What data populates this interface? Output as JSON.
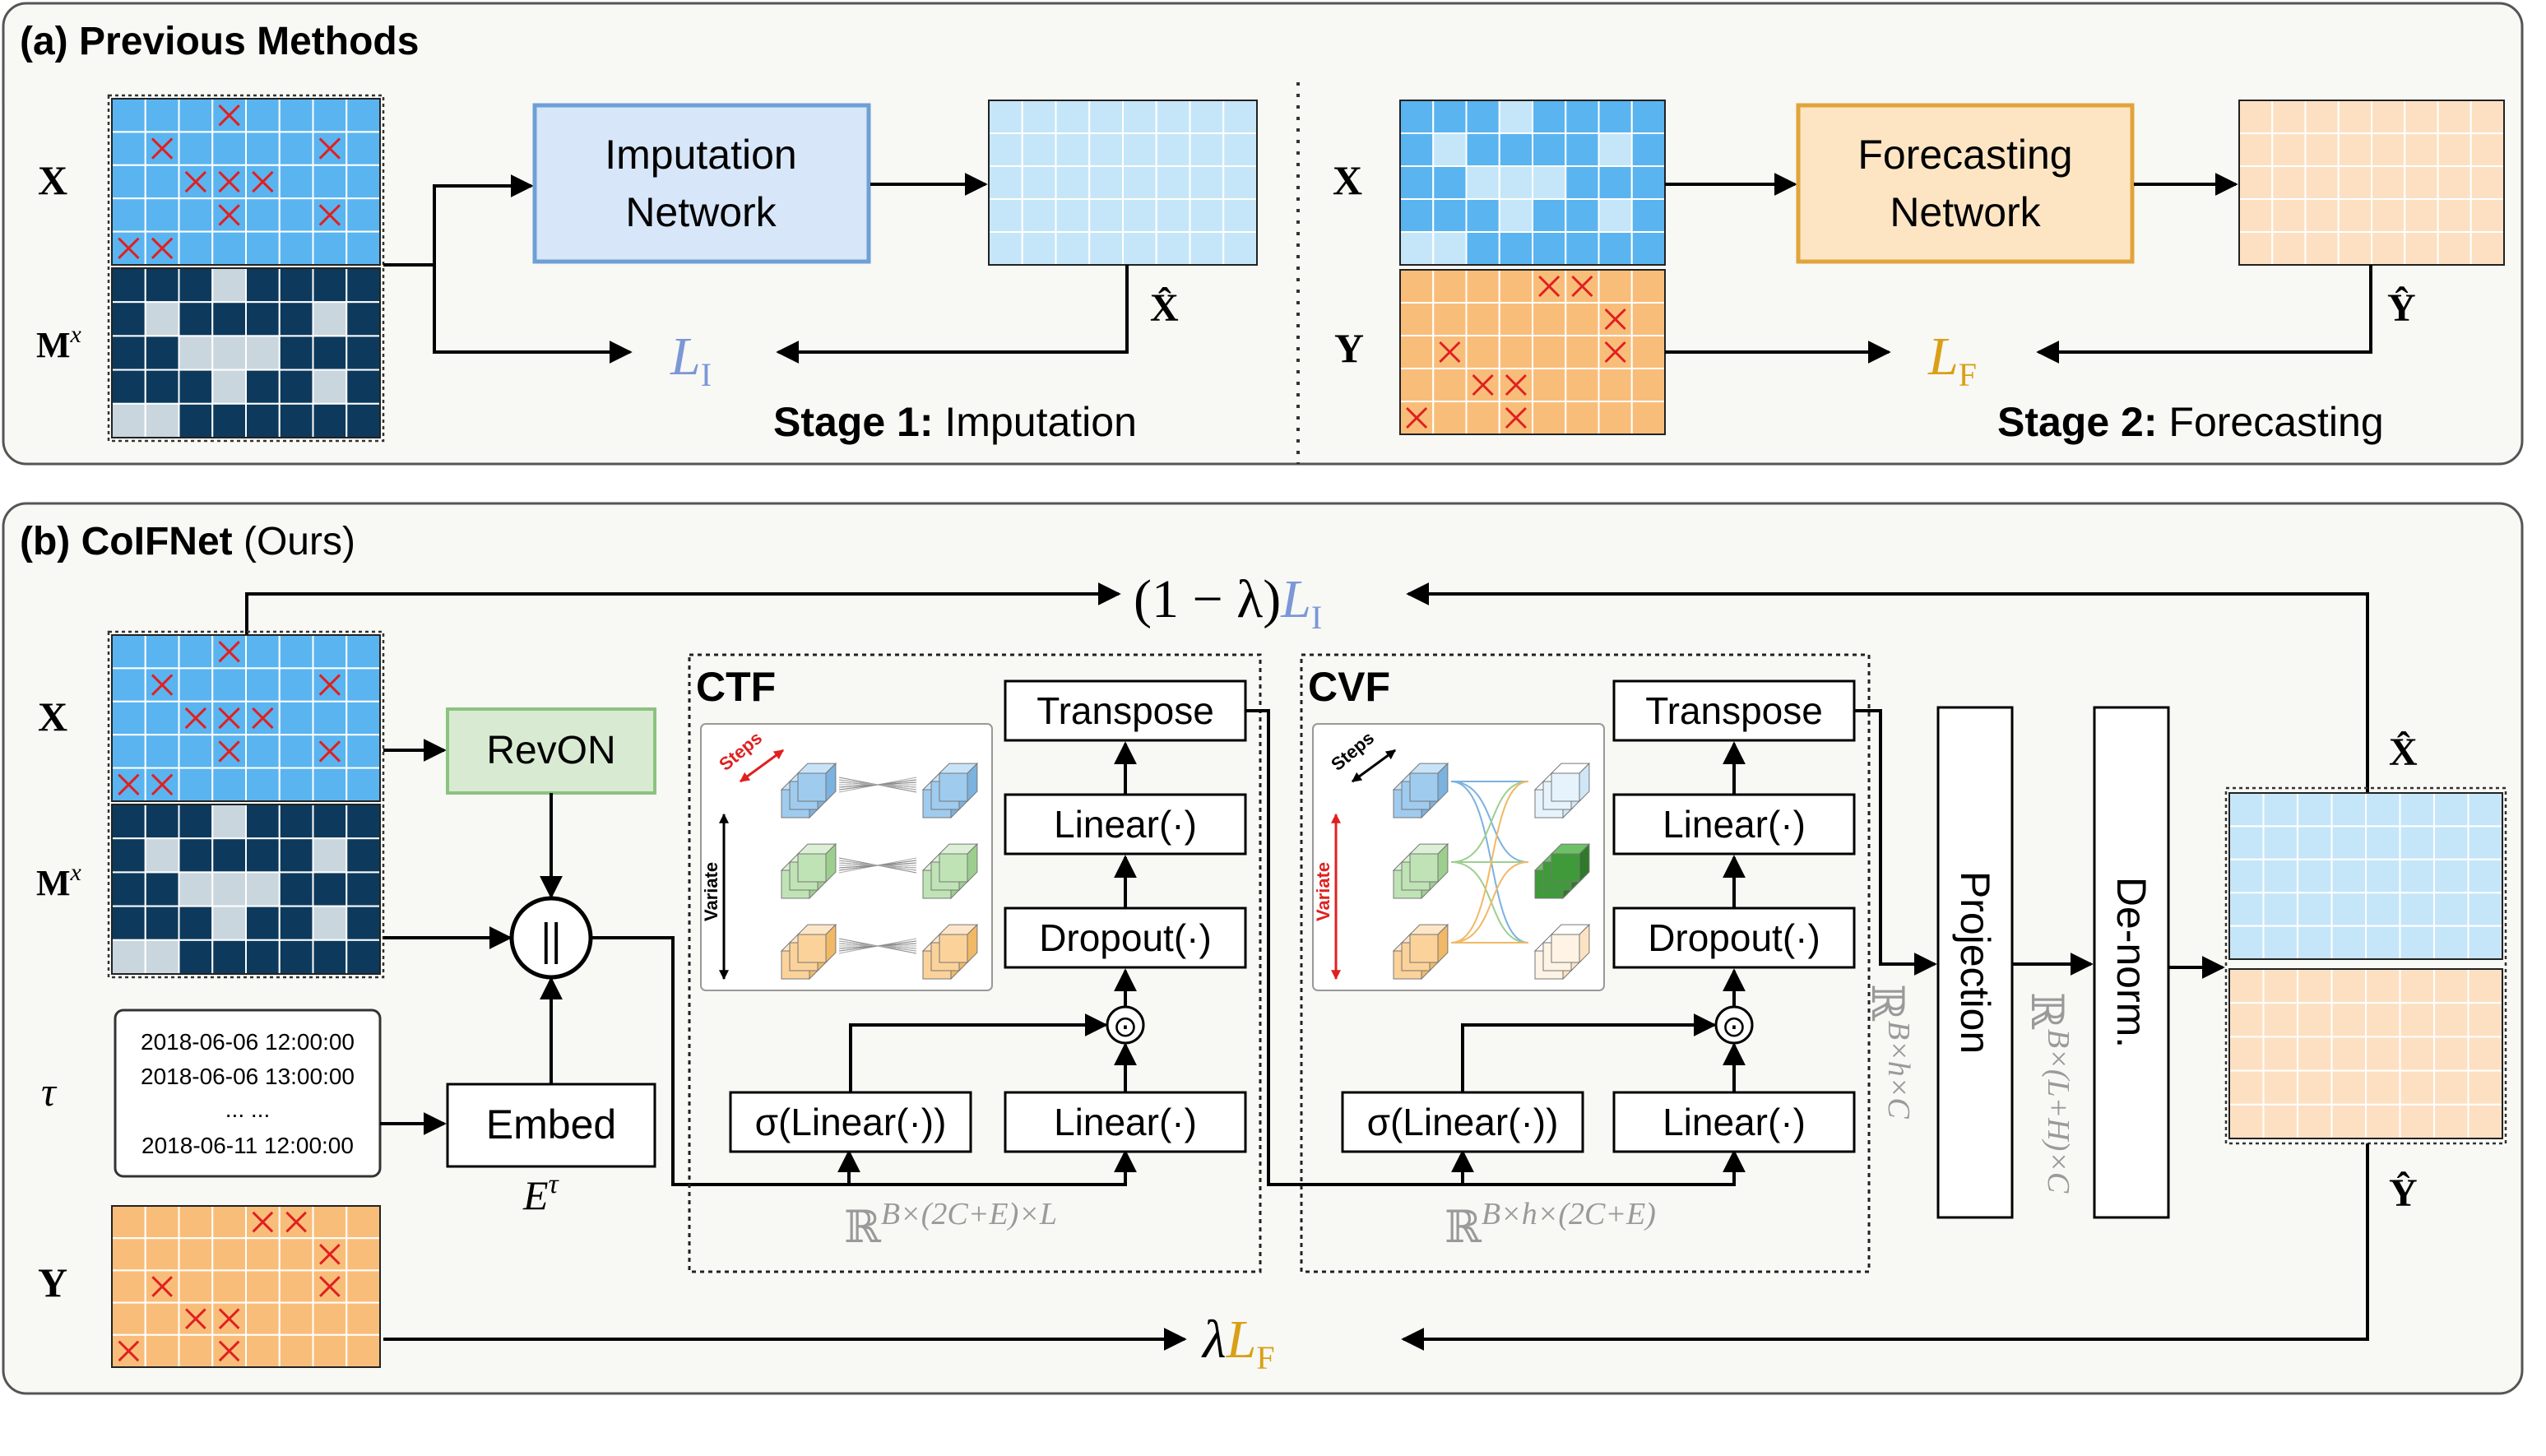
{
  "panel_a": {
    "title_prefix": "(a)",
    "title": "Previous Methods",
    "x_label": "X",
    "mx_label": "M",
    "mx_sup": "x",
    "imputation_net_line1": "Imputation",
    "imputation_net_line2": "Network",
    "xhat_label": "X̂",
    "loss_I": "L",
    "loss_I_sub": "I",
    "stage1_bold": "Stage 1:",
    "stage1_text": " Imputation",
    "x2_label": "X",
    "y_label": "Y",
    "forecasting_net_line1": "Forecasting",
    "forecasting_net_line2": "Network",
    "yhat_label": "Ŷ",
    "loss_F": "L",
    "loss_F_sub": "F",
    "stage2_bold": "Stage 2:",
    "stage2_text": " Forecasting"
  },
  "panel_b": {
    "title_prefix": "(b)",
    "title": "CoIFNet",
    "title_suffix": " (Ours)",
    "top_loss": "(1 − λ)",
    "top_loss_L": "L",
    "top_loss_sub": "I",
    "x_label": "X",
    "mx_label": "M",
    "mx_sup": "x",
    "tau_label": "τ",
    "y_label": "Y",
    "timestamps": [
      "2018-06-06 12:00:00",
      "2018-06-06 13:00:00",
      "... ...",
      "2018-06-11 12:00:00"
    ],
    "revon": "RevON",
    "concat": "||",
    "embed": "Embed",
    "e_tau": "E",
    "e_tau_sup": "τ",
    "ctf": {
      "title": "CTF",
      "transpose": "Transpose",
      "linear1": "Linear(·)",
      "dropout": "Dropout(·)",
      "sigma_linear": "σ(Linear(·))",
      "linear2": "Linear(·)",
      "hadamard": "⊙",
      "dim": "ℝ",
      "dim_sup": "B×(2C+E)×L",
      "steps": "Steps",
      "variate": "Variate"
    },
    "cvf": {
      "title": "CVF",
      "transpose": "Transpose",
      "linear1": "Linear(·)",
      "dropout": "Dropout(·)",
      "sigma_linear": "σ(Linear(·))",
      "linear2": "Linear(·)",
      "hadamard": "⊙",
      "dim": "ℝ",
      "dim_sup": "B×h×(2C+E)",
      "steps": "Steps",
      "variate": "Variate"
    },
    "dim_hc": "ℝ",
    "dim_hc_sup": "B×h×C",
    "projection": "Projection",
    "dim_LHC": "ℝ",
    "dim_LHC_sup": "B×(L+H)×C",
    "denorm": "De-norm.",
    "xhat_label": "X̂",
    "yhat_label": "Ŷ",
    "bottom_loss": "λ",
    "bottom_loss_L": "L",
    "bottom_loss_sub": "F"
  },
  "colors": {
    "blue_cell": "#5ab4f0",
    "light_blue_cell": "#c5e6f8",
    "dark_mask": "#0d3a5c",
    "mask_light": "#c9d6de",
    "orange_cell": "#f9bd7a",
    "light_orange_cell": "#fde0c2",
    "imputation_fill": "#d7e6f8",
    "imputation_stroke": "#6e9fd6",
    "forecast_fill": "#fde5c4",
    "forecast_stroke": "#e0a43a",
    "revon_fill": "#d8ebd2",
    "revon_stroke": "#8cc280",
    "loss_I_color": "#7b97d6",
    "loss_F_color": "#d9a016",
    "cross_red": "#e02020",
    "dim_gray": "#9a9a9a",
    "panel_fill": "#f8f8f5"
  }
}
